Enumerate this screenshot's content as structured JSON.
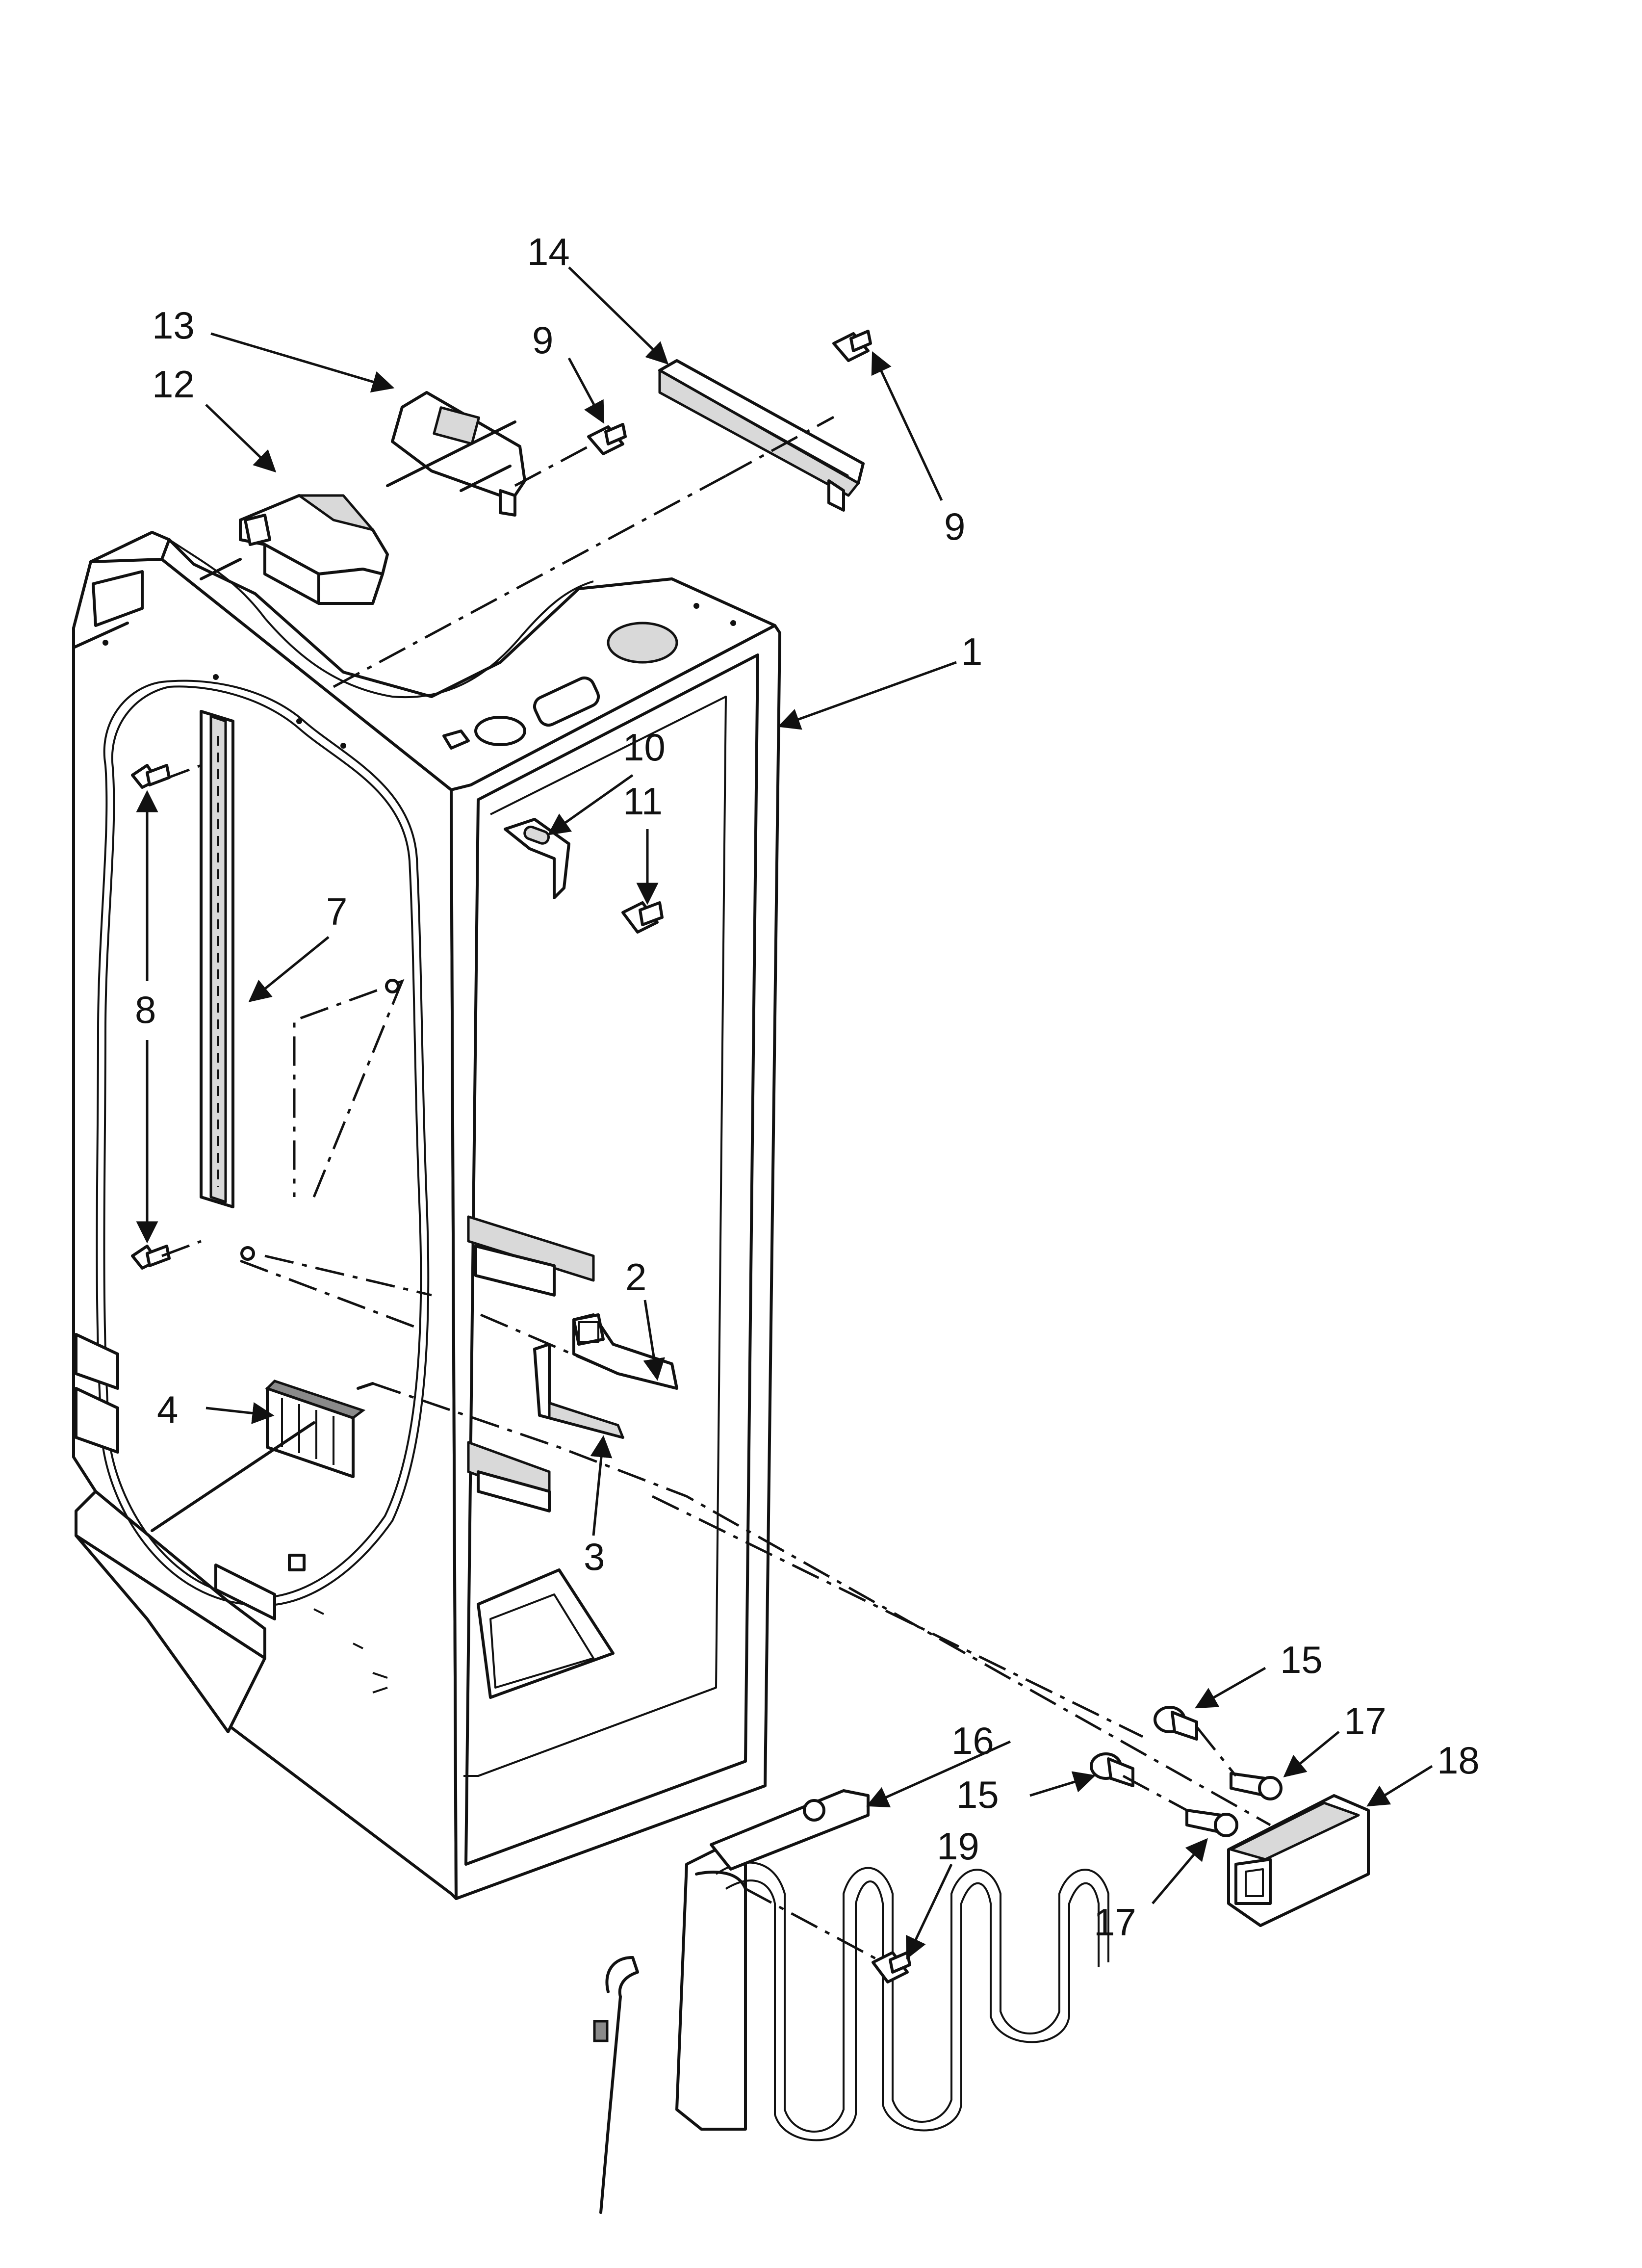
{
  "callouts": [
    {
      "id": "c1",
      "label": "1"
    },
    {
      "id": "c2",
      "label": "2"
    },
    {
      "id": "c3",
      "label": "3"
    },
    {
      "id": "c4",
      "label": "4"
    },
    {
      "id": "c7",
      "label": "7"
    },
    {
      "id": "c8",
      "label": "8"
    },
    {
      "id": "c9a",
      "label": "9"
    },
    {
      "id": "c9b",
      "label": "9"
    },
    {
      "id": "c10",
      "label": "10"
    },
    {
      "id": "c11",
      "label": "11"
    },
    {
      "id": "c12",
      "label": "12"
    },
    {
      "id": "c13",
      "label": "13"
    },
    {
      "id": "c14",
      "label": "14"
    },
    {
      "id": "c15a",
      "label": "15"
    },
    {
      "id": "c15b",
      "label": "15"
    },
    {
      "id": "c16",
      "label": "16"
    },
    {
      "id": "c17a",
      "label": "17"
    },
    {
      "id": "c17b",
      "label": "17"
    },
    {
      "id": "c18",
      "label": "18"
    },
    {
      "id": "c19",
      "label": "19"
    }
  ]
}
